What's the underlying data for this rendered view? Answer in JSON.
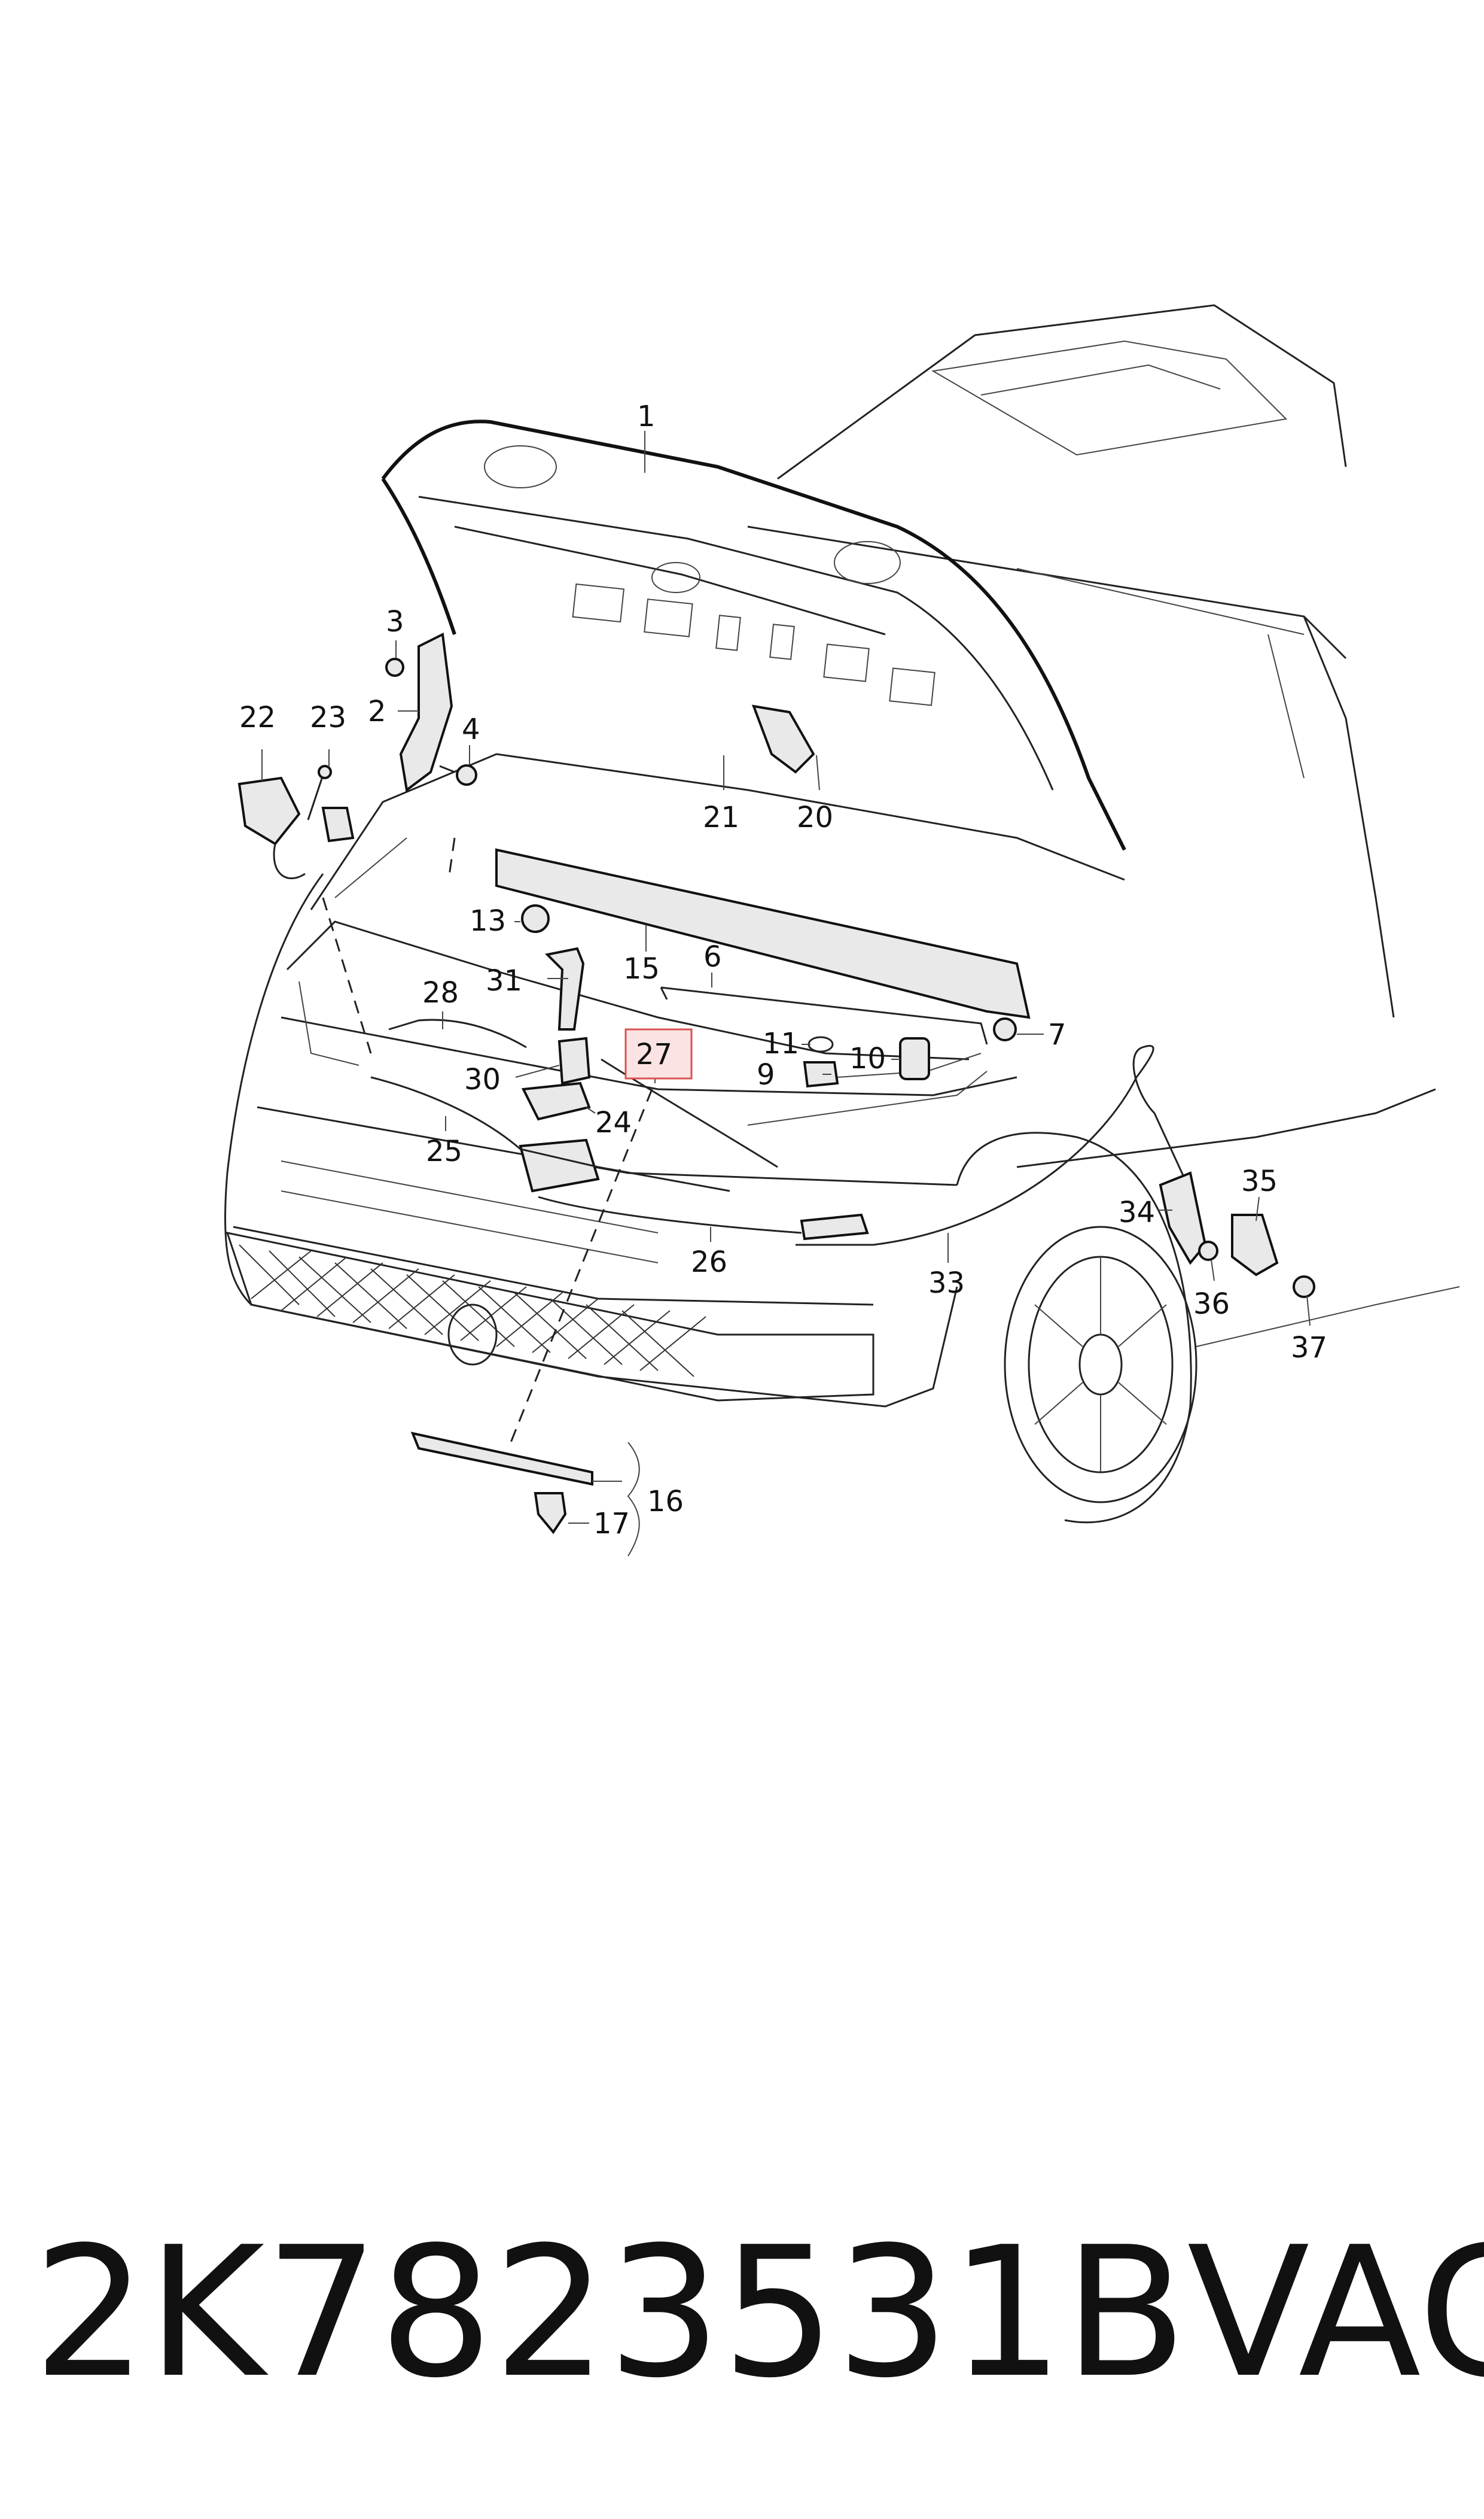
{
  "diagram": {
    "highlighted_callout": "27",
    "callouts": [
      {
        "label": "1"
      },
      {
        "label": "2"
      },
      {
        "label": "3"
      },
      {
        "label": "4"
      },
      {
        "label": "6"
      },
      {
        "label": "7"
      },
      {
        "label": "9"
      },
      {
        "label": "10"
      },
      {
        "label": "11"
      },
      {
        "label": "13"
      },
      {
        "label": "15"
      },
      {
        "label": "16"
      },
      {
        "label": "17"
      },
      {
        "label": "20"
      },
      {
        "label": "21"
      },
      {
        "label": "22"
      },
      {
        "label": "23"
      },
      {
        "label": "24"
      },
      {
        "label": "25"
      },
      {
        "label": "26"
      },
      {
        "label": "27"
      },
      {
        "label": "28"
      },
      {
        "label": "30"
      },
      {
        "label": "31"
      },
      {
        "label": "33"
      },
      {
        "label": "34"
      },
      {
        "label": "35"
      },
      {
        "label": "36"
      },
      {
        "label": "37"
      }
    ]
  },
  "footer": {
    "part_number": "2K7823531B",
    "brand": "VAG"
  }
}
